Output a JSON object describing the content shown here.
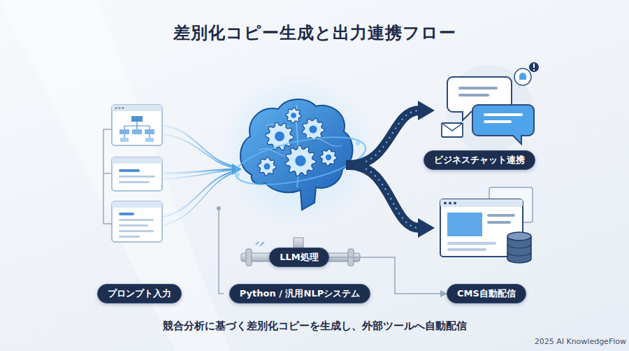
{
  "diagram": {
    "title": "差別化コピー生成と出力連携フロー",
    "caption": "競合分析に基づく差別化コピーを生成し、外部ツールへ自動配信",
    "nodes": [
      {
        "text": [
          "プロンプト入力"
        ]
      },
      {
        "text": [
          "LLM処理"
        ]
      },
      {
        "text": [
          "Python / 汎用NLPシステム"
        ]
      },
      {
        "text": [
          "ビジネスチャット連携"
        ]
      },
      {
        "text": [
          "CMS自動配信"
        ]
      }
    ],
    "edges": [
      {
        "from": 1,
        "to": 4,
        "arrow": "to"
      }
    ],
    "labels": [
      "2025 AI KnowledgeFlow"
    ]
  }
}
